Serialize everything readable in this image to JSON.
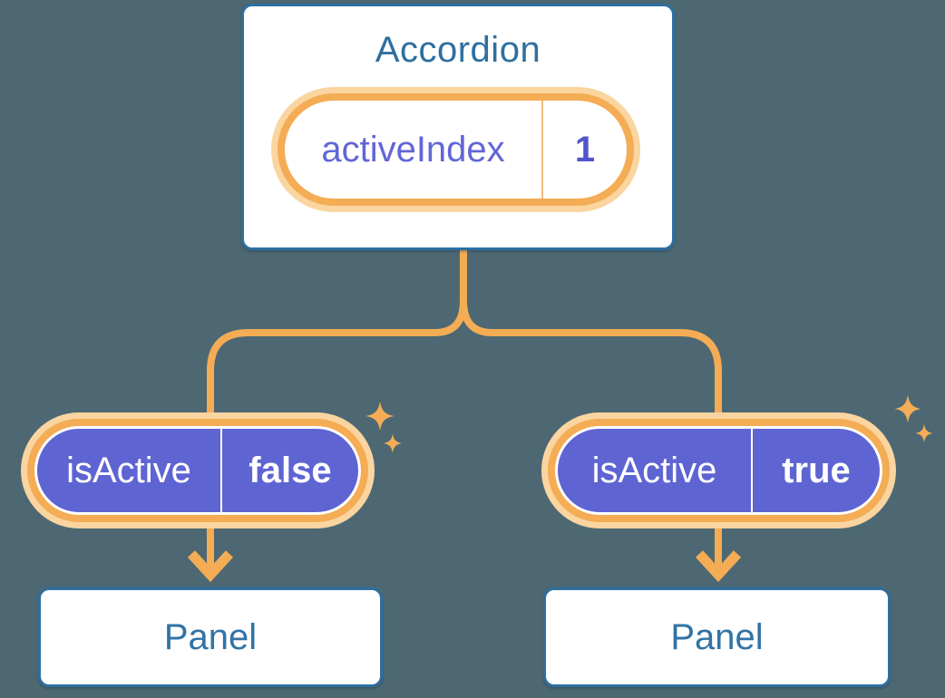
{
  "diagram": {
    "description": "React component tree showing state lifted up: Accordion holds activeIndex state and passes isActive props to two Panels",
    "accordion": {
      "title": "Accordion",
      "state": {
        "label": "activeIndex",
        "value": "1"
      }
    },
    "children": [
      {
        "prop": {
          "label": "isActive",
          "value": "false"
        },
        "panel": {
          "title": "Panel"
        }
      },
      {
        "prop": {
          "label": "isActive",
          "value": "true"
        },
        "panel": {
          "title": "Panel"
        }
      }
    ]
  },
  "colors": {
    "background": "#4D6872",
    "card_border_blue": "#2E6F9F",
    "card_text_blue": "#3173A4",
    "line_orange": "#F4AC55",
    "glow_peach": "#FAD5A0",
    "pill_purple": "#5F64D3",
    "state_text_purple": "#6266D6",
    "state_value_purple": "#5155CD",
    "white": "#FFFFFF"
  }
}
